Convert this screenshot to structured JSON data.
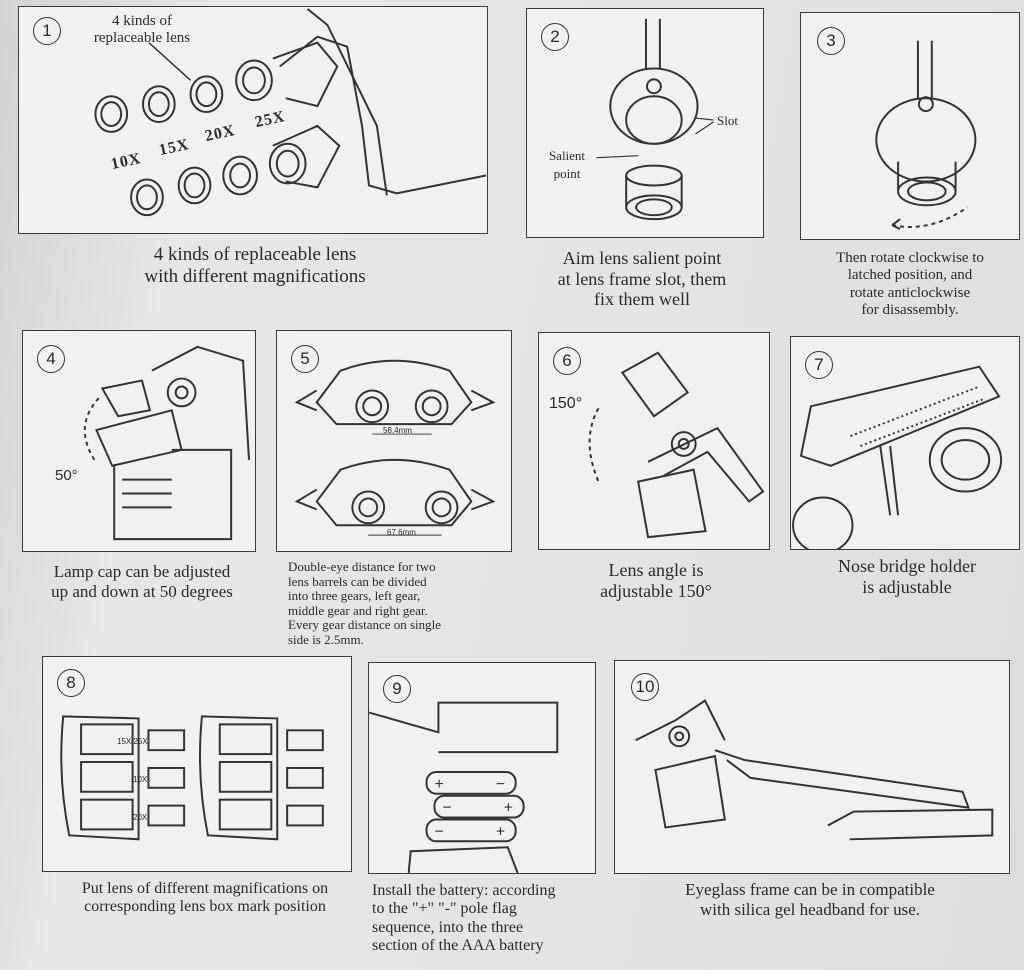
{
  "panels": [
    {
      "num": "1",
      "labels": {
        "top": "4 kinds of\nreplaceable lens",
        "m10": "10X",
        "m15": "15X",
        "m20": "20X",
        "m25": "25X"
      },
      "caption": "4 kinds of replaceable lens\nwith different magnifications"
    },
    {
      "num": "2",
      "labels": {
        "slot": "Slot",
        "salient": "Salient\npoint"
      },
      "caption": "Aim lens salient point\nat lens frame slot, them\nfix them well"
    },
    {
      "num": "3",
      "caption": "Then rotate clockwise to\nlatched position, and\nrotate anticlockwise\nfor disassembly."
    },
    {
      "num": "4",
      "labels": {
        "angle": "50°"
      },
      "caption": "Lamp cap can be adjusted\nup and down at 50 degrees"
    },
    {
      "num": "5",
      "labels": {
        "d1": "58.4mm",
        "d2": "67.6mm"
      },
      "caption": "Double-eye distance for two\nlens barrels can be divided\ninto three gears, left gear,\nmiddle gear and right gear.\nEvery gear distance on single\nside is 2.5mm."
    },
    {
      "num": "6",
      "labels": {
        "angle": "150°"
      },
      "caption": "Lens angle is\nadjustable 150°"
    },
    {
      "num": "7",
      "caption": "Nose bridge holder\nis adjustable"
    },
    {
      "num": "8",
      "labels": {
        "a": "15X/25X",
        "b": "10X",
        "c": "20X"
      },
      "caption": "Put lens of different magnifications on\ncorresponding lens box mark position"
    },
    {
      "num": "9",
      "caption": "Install the battery: according\nto the \"+\" \"-\" pole flag\nsequence, into the three\nsection of the AAA battery"
    },
    {
      "num": "10",
      "caption": "Eyeglass frame can be in compatible\nwith silica gel headband for use."
    }
  ]
}
